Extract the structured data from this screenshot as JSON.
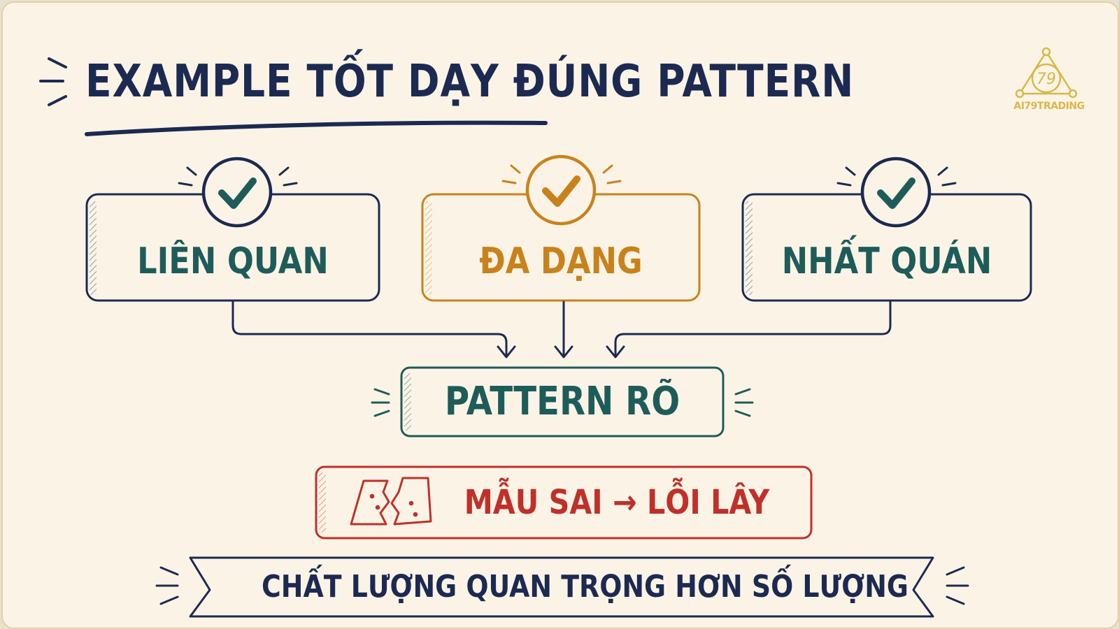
{
  "title": "EXAMPLE TỐT DẠY ĐÚNG PATTERN",
  "logo_text": "AI79TRADING",
  "logo_mark": "79",
  "criteria": [
    {
      "label": "LIÊN QUAN",
      "color": "#1e5c5a",
      "border": "#1c2a52",
      "icon": "check-icon"
    },
    {
      "label": "ĐA DẠNG",
      "color": "#c9821b",
      "border": "#c9821b",
      "icon": "check-icon"
    },
    {
      "label": "NHẤT QUÁN",
      "color": "#1e5c5a",
      "border": "#1c2a52",
      "icon": "check-icon"
    }
  ],
  "result": {
    "label": "PATTERN RÕ",
    "color": "#1e5c5a"
  },
  "warning": {
    "label": "MẪU SAI → LỖI LÂY",
    "color": "#c0302a",
    "icon": "broken-tablet-icon"
  },
  "banner": {
    "label": "CHẤT LƯỢNG QUAN TRỌNG HƠN SỐ LƯỢNG",
    "color": "#1c2a52"
  },
  "colors": {
    "background": "#fbf4e6",
    "navy": "#1c2a52",
    "teal": "#1e5c5a",
    "orange": "#c9821b",
    "red": "#c0302a",
    "gold": "#d9b84a"
  }
}
